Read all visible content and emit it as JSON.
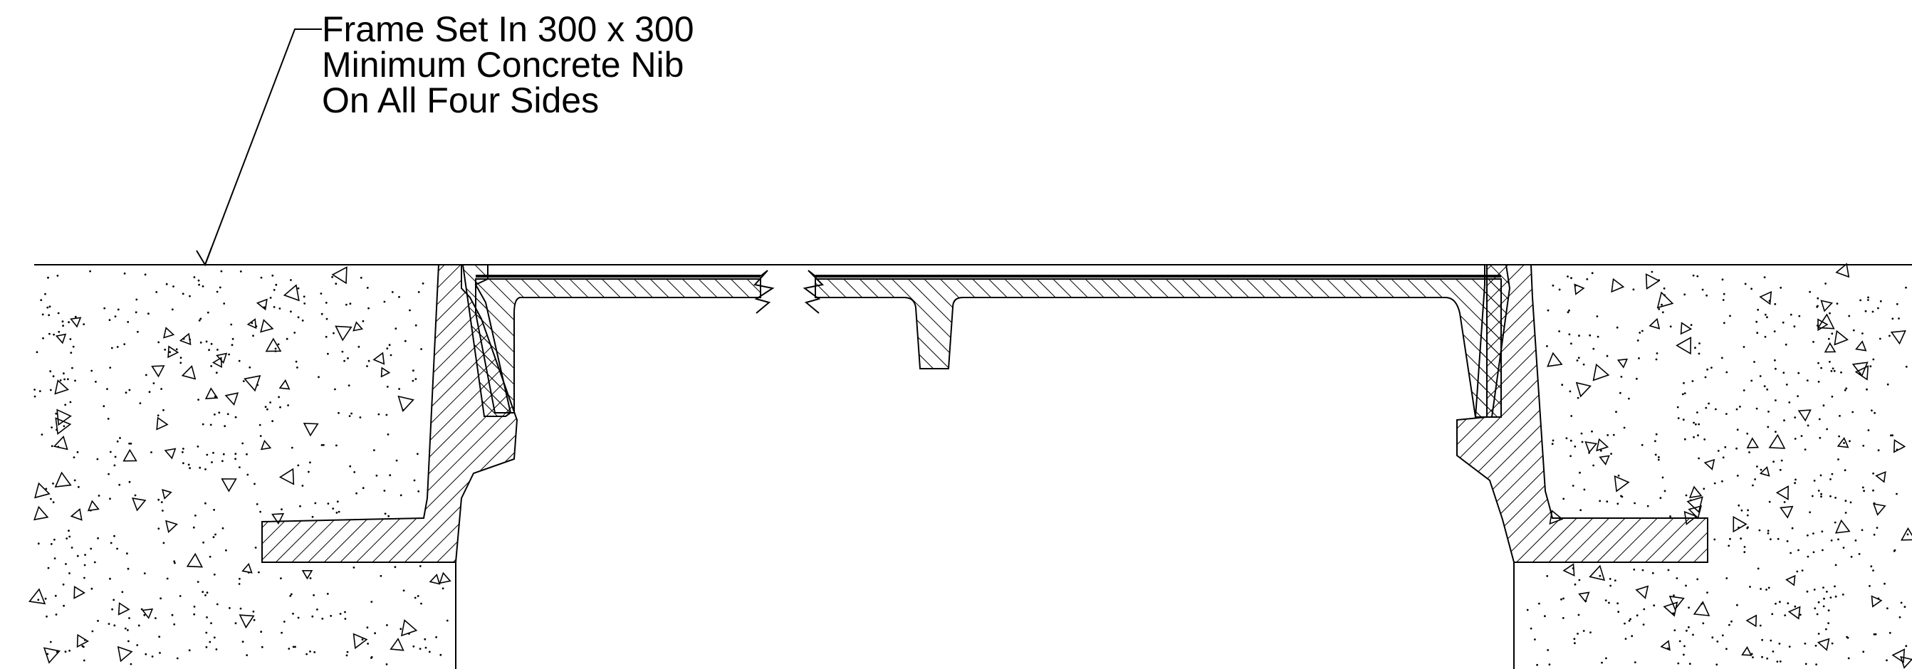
{
  "annotation": {
    "lines": [
      "Frame Set In 300 x 300",
      "Minimum Concrete Nib",
      "On All Four Sides"
    ]
  },
  "colors": {
    "ink": "#000000",
    "background": "#ffffff"
  },
  "hatch_patterns": [
    "diagonal-right",
    "diagonal-left",
    "concrete-aggregate"
  ]
}
